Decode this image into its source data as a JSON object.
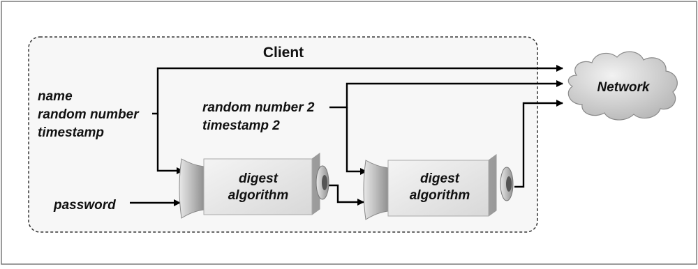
{
  "diagram": {
    "client_label": "Client",
    "network_label": "Network",
    "inputs": {
      "name": "name",
      "random_number": "random number",
      "timestamp": "timestamp",
      "password": "password",
      "random_number_2": "random number 2",
      "timestamp_2": "timestamp 2"
    },
    "digest1": {
      "line1": "digest",
      "line2": "algorithm"
    },
    "digest2": {
      "line1": "digest",
      "line2": "algorithm"
    }
  }
}
